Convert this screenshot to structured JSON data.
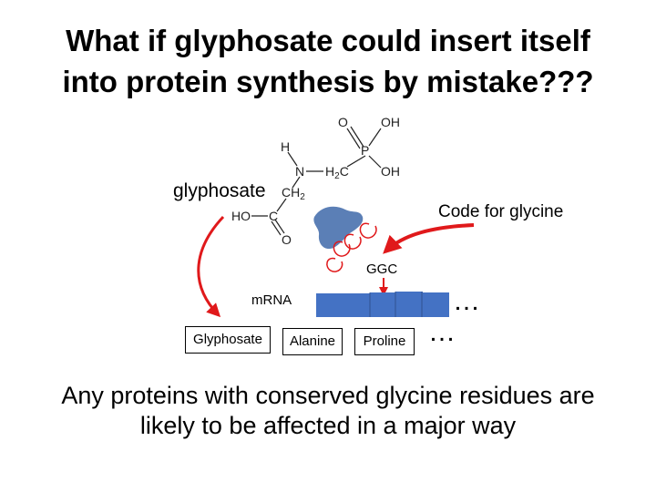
{
  "slide": {
    "title_line1": "What if glyphosate could insert itself",
    "title_line2": "into protein synthesis by mistake???",
    "molecule": {
      "atoms": {
        "O_top": "O",
        "OH_top": "OH",
        "H": "H",
        "P": "P",
        "N": "N",
        "H2C_prefix": "H",
        "H2C_sub": "2",
        "H2C_suffix": "C",
        "OH_bottom": "OH",
        "CH2_prefix": "CH",
        "CH2_sub": "2",
        "HO": "HO",
        "C": "C",
        "O_bottom": "O"
      }
    },
    "labels": {
      "glyphosate": "glyphosate",
      "code_for_glycine": "Code for glycine",
      "ggc": "GGC",
      "mrna": "mRNA",
      "ellipsis_top": "…",
      "ellipsis_bottom": "…"
    },
    "boxes": {
      "glyphosate": "Glyphosate",
      "alanine": "Alanine",
      "proline": "Proline"
    },
    "footer_line1": "Any proteins with conserved glycine residues are",
    "footer_line2": "likely to be affected in a major way",
    "colors": {
      "arrow": "#e0191b",
      "ribosome": "#5b7fb6",
      "mrna_segment": "#4472c4",
      "trna_loop": "#e0191b"
    }
  }
}
